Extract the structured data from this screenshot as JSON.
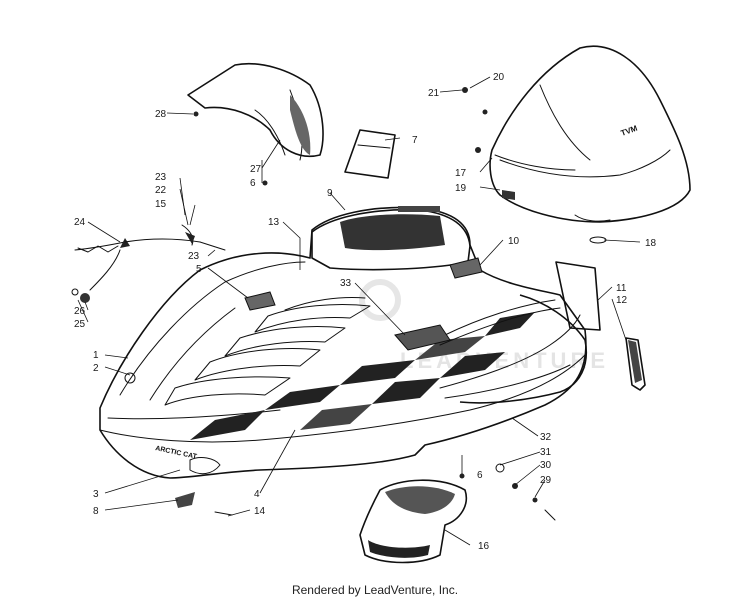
{
  "footer": "Rendered by LeadVenture, Inc.",
  "watermark_text": "LEADVENTURE",
  "callouts": [
    "1",
    "2",
    "3",
    "4",
    "5",
    "6",
    "6",
    "7",
    "8",
    "9",
    "10",
    "11",
    "12",
    "13",
    "14",
    "15",
    "16",
    "17",
    "18",
    "19",
    "20",
    "21",
    "22",
    "23",
    "23",
    "24",
    "25",
    "26",
    "27",
    "28",
    "29",
    "30",
    "31",
    "32",
    "33"
  ],
  "decals": {
    "brand": "ARCTIC CAT"
  }
}
